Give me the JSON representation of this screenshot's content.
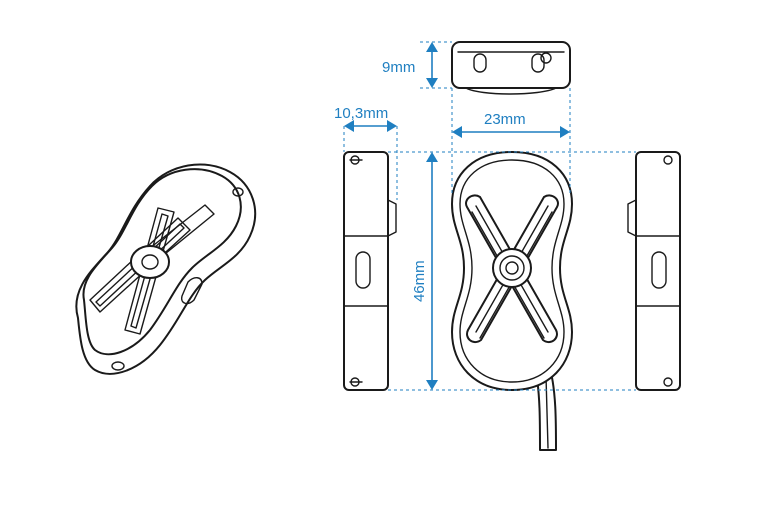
{
  "colors": {
    "dimension": "#1f7fc1",
    "outline": "#1a1a1a",
    "background": "#ffffff"
  },
  "dimensions": {
    "height_label": "9mm",
    "depth_label": "10,3mm",
    "width_label": "23mm",
    "length_label": "46mm"
  }
}
